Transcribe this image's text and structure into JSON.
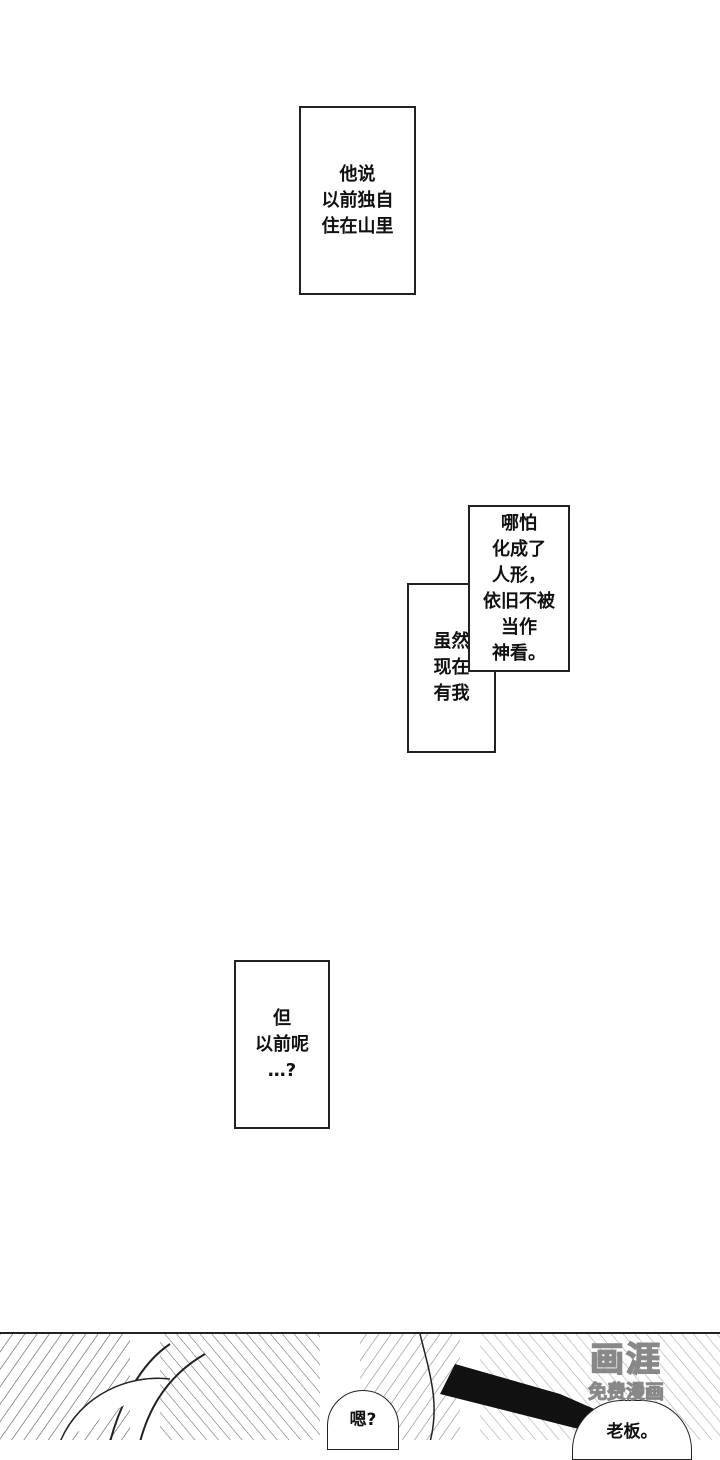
{
  "captions": [
    {
      "text": "他说\n以前独自\n住在山里"
    },
    {
      "text": "哪怕\n化成了\n人形，\n依旧不被\n当作\n神看。"
    },
    {
      "text": "虽然\n现在\n有我"
    },
    {
      "text": "但\n以前呢\n…?"
    }
  ],
  "speech": {
    "left": "嗯?",
    "right": "老板。"
  },
  "watermark": {
    "logo": "画涯",
    "sub": "免费漫画"
  }
}
